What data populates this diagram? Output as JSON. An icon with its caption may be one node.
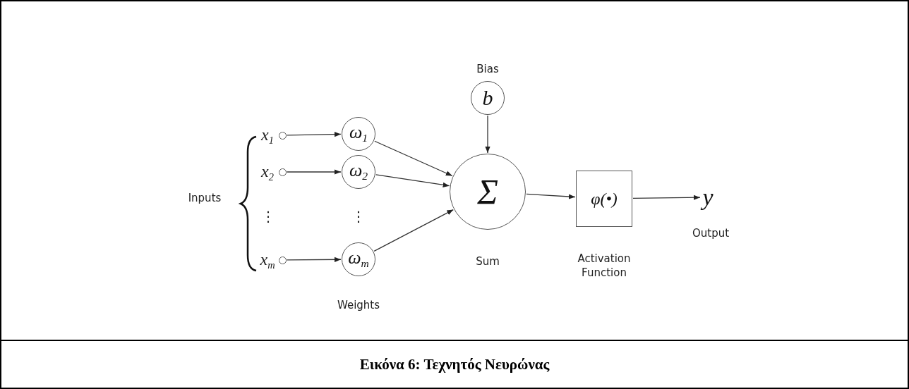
{
  "diagram": {
    "caption": "Εικόνα 6: Τεχνητός Νευρώνας",
    "nodes": [
      {
        "text": [],
        "shape": "circle",
        "beside": [
          "x$_{1}$"
        ]
      },
      {
        "text": [],
        "shape": "circle",
        "beside": [
          "x$_{2}$"
        ]
      },
      {
        "text": [],
        "shape": "circle",
        "beside": [
          "x$_{m}$"
        ]
      },
      {
        "text": [
          "ω$_{1}$"
        ]
      },
      {
        "text": [
          "ω$_{2}$"
        ]
      },
      {
        "text": [
          "ω$_{m}$"
        ]
      },
      {
        "text": [
          "b"
        ],
        "beside": [
          "Bias"
        ]
      },
      {
        "text": [
          "Σ"
        ],
        "beside": [
          "Sum"
        ]
      },
      {
        "text": [
          "φ(•)"
        ],
        "beside": [
          "Activation Function"
        ]
      },
      {
        "text": [
          "y"
        ],
        "beside": [
          "Output"
        ]
      }
    ],
    "edges": [
      {
        "from": 0,
        "to": 3,
        "arrow": "to"
      },
      {
        "from": 1,
        "to": 4,
        "arrow": "to"
      },
      {
        "from": 2,
        "to": 5,
        "arrow": "to"
      },
      {
        "from": 3,
        "to": 7,
        "arrow": "to"
      },
      {
        "from": 4,
        "to": 7,
        "arrow": "to"
      },
      {
        "from": 5,
        "to": 7,
        "arrow": "to"
      },
      {
        "from": 6,
        "to": 7,
        "arrow": "to"
      },
      {
        "from": 7,
        "to": 8,
        "arrow": "to"
      },
      {
        "from": 8,
        "to": 9,
        "arrow": "to"
      }
    ],
    "labels": [
      "Inputs",
      "⋮",
      "⋮",
      "Weights"
    ]
  }
}
